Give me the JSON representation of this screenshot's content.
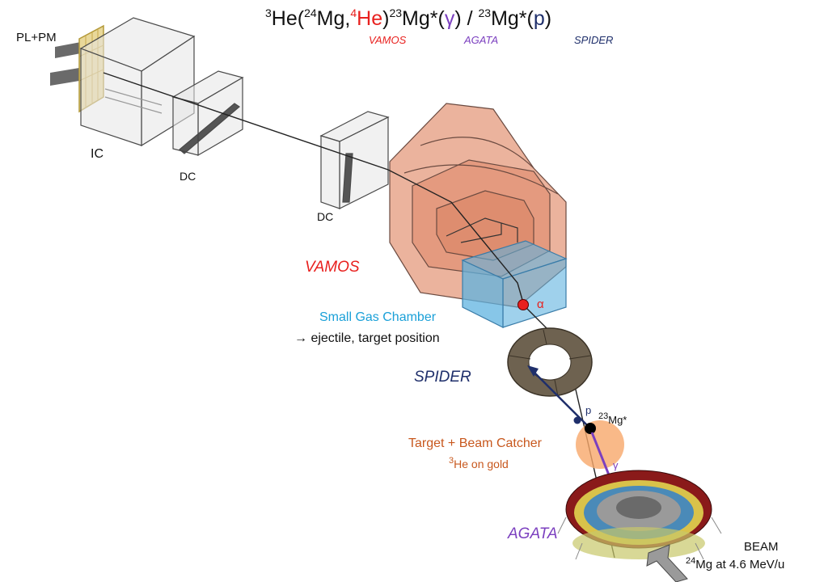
{
  "reaction": {
    "target_mass": "3",
    "target": "He",
    "beam_mass": "24",
    "beam": "Mg",
    "ejectile_mass": "4",
    "ejectile": "He",
    "residual_mass": "23",
    "residual": "Mg*",
    "gamma": "γ",
    "separator": " / ",
    "residual2_mass": "23",
    "residual2": "Mg*",
    "proton": "p",
    "tag_vamos": "VAMOS",
    "tag_agata": "AGATA",
    "tag_spider": "SPIDER"
  },
  "labels": {
    "pl_pm": "PL+PM",
    "ic": "IC",
    "dc1": "DC",
    "dc2": "DC",
    "vamos": "VAMOS",
    "gas_chamber": "Small Gas Chamber",
    "gas_chamber_desc": "→ ejectile, target position",
    "alpha": "α",
    "spider": "SPIDER",
    "p": "p",
    "mg_mass": "23",
    "mg": "Mg*",
    "gamma": "γ",
    "target_title": "Target + Beam Catcher",
    "target_mass": "3",
    "target_desc": "He on gold",
    "agata": "AGATA",
    "beam": "BEAM",
    "beam_mass": "24",
    "beam_desc": "Mg at 4.6 MeV/u"
  },
  "colors": {
    "red": "#e8201e",
    "purple": "#7b3fbf",
    "navy": "#1f2f6b",
    "cyan": "#1aa0d8",
    "orange": "#c8581e",
    "vamos_fill": "#e8a68c",
    "chamber_fill": "#5fb3e0"
  }
}
